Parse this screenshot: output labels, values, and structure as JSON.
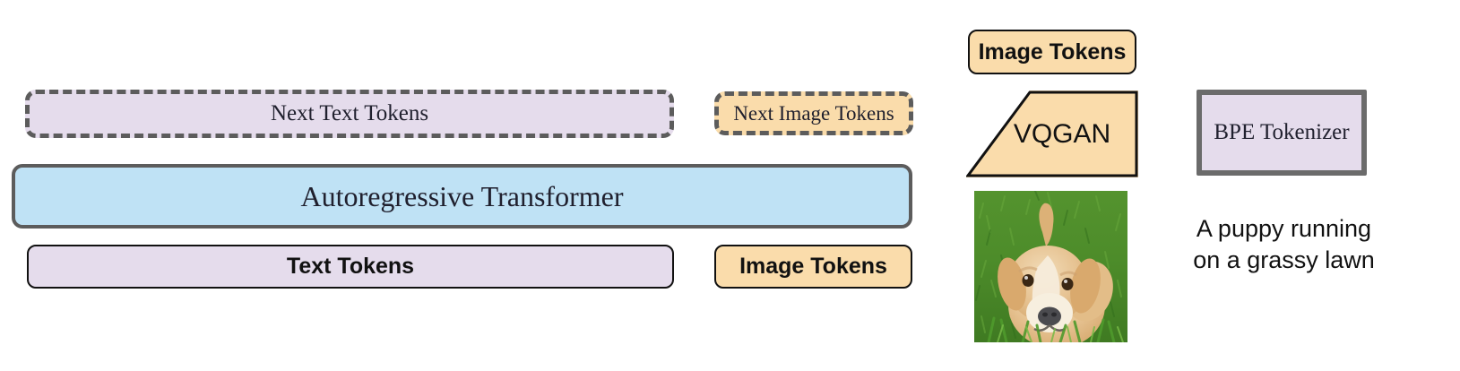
{
  "figure": {
    "title": "Autoregressive multimodal transformer pipeline diagram",
    "background": "#ffffff"
  },
  "palette": {
    "lavender_fill": "#e5dcec",
    "peach_fill": "#fadcab",
    "blue_fill": "#bfe2f5",
    "gray_stroke": "#5c5c5c",
    "frame_stroke": "#6b6b6b",
    "dark_stroke": "#111111",
    "grass_green": "#4f8f2c",
    "puppy_tan": "#e7c18d"
  },
  "nodes": {
    "next_text_tokens": {
      "label": "Next Text Tokens",
      "fill": "#e5dcec",
      "border": "dashed"
    },
    "next_image_tokens": {
      "label": "Next Image Tokens",
      "fill": "#fadcab",
      "border": "dashed"
    },
    "autoregressive_transformer": {
      "label": "Autoregressive Transformer",
      "fill": "#bfe2f5",
      "border": "solid"
    },
    "text_tokens": {
      "label": "Text Tokens",
      "fill": "#e5dcec",
      "border": "solid"
    },
    "image_tokens_bottom": {
      "label": "Image Tokens",
      "fill": "#fadcab",
      "border": "solid"
    },
    "image_tokens_top": {
      "label": "Image Tokens",
      "fill": "#fadcab",
      "border": "solid"
    },
    "vqgan": {
      "label": "VQGAN",
      "fill": "#fadcab",
      "shape": "trapezoid"
    },
    "bpe_tokenizer": {
      "label": "BPE Tokenizer",
      "fill": "#e5dcec",
      "border": "solid-frame"
    }
  },
  "media": {
    "puppy_image": {
      "alt": "Photograph of a golden retriever puppy sitting on green grass",
      "subject": "puppy",
      "background": "grass"
    }
  },
  "caption": {
    "line1": "A puppy running",
    "line2": "on a grassy lawn"
  }
}
